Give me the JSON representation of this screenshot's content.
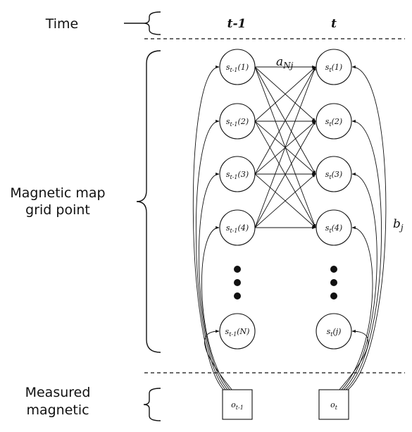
{
  "labels": {
    "time": "Time",
    "grid_line1": "Magnetic map",
    "grid_line2": "grid point",
    "measured": "Measured",
    "magnetic": "magnetic"
  },
  "columns": {
    "prev": "t-1",
    "curr": "t"
  },
  "states_prev": [
    "s_{t-1}(1)",
    "s_{t-1}(2)",
    "s_{t-1}(3)",
    "s_{t-1}(4)",
    "s_{t-1}(N)"
  ],
  "states_curr": [
    "s_t(1)",
    "s_t(2)",
    "s_t(3)",
    "s_t(4)",
    "s_t(j)"
  ],
  "observations": [
    "o_{t-1}",
    "o_t"
  ],
  "transition_label": "a_{Nj}",
  "emission_label": "b_j"
}
